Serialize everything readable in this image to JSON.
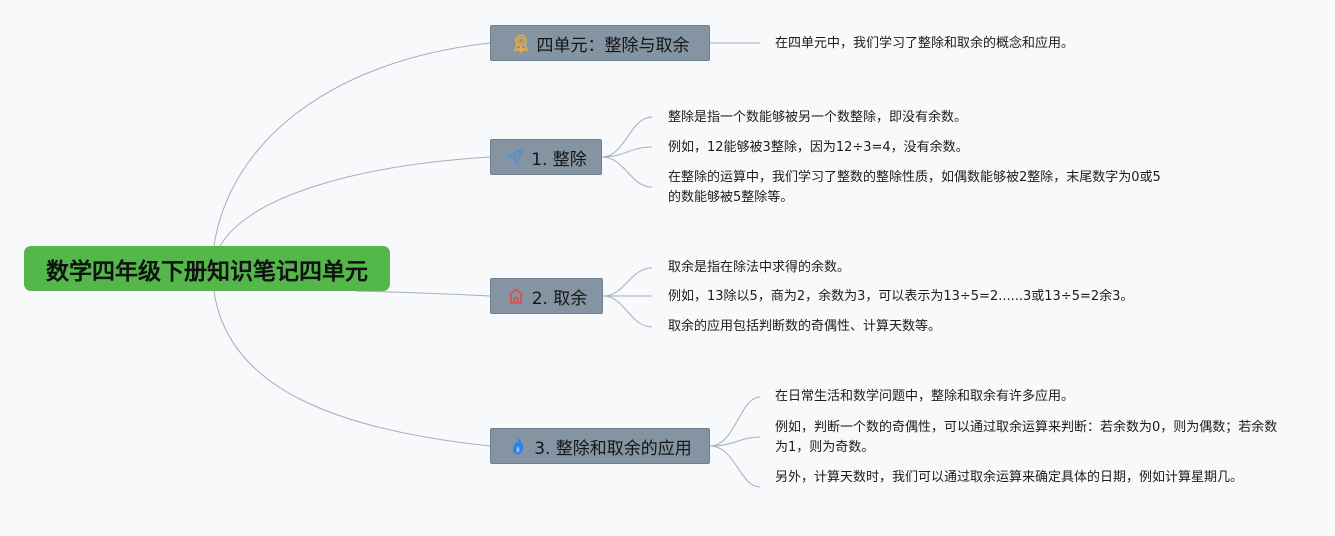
{
  "root": {
    "title": "数学四年级下册知识笔记四单元"
  },
  "colors": {
    "root_bg": "#53b74a",
    "branch_bg": "#8594a2",
    "link_stroke": "#a7adbb",
    "award_icon": "#e9b03a",
    "plane_icon": "#4f8fd4",
    "home_icon": "#df4b4b",
    "fire_icon": "#2f7fe8"
  },
  "branches": [
    {
      "label": "四单元：整除与取余",
      "icon": "award-icon",
      "leaves": [
        "在四单元中，我们学习了整除和取余的概念和应用。"
      ]
    },
    {
      "label": "1. 整除",
      "icon": "paper-plane-icon",
      "leaves": [
        "整除是指一个数能够被另一个数整除，即没有余数。",
        "例如，12能够被3整除，因为12÷3=4，没有余数。",
        "在整除的运算中，我们学习了整数的整除性质，如偶数能够被2整除，末尾数字为0或5的数能够被5整除等。"
      ]
    },
    {
      "label": "2. 取余",
      "icon": "home-icon",
      "leaves": [
        "取余是指在除法中求得的余数。",
        "例如，13除以5，商为2，余数为3，可以表示为13÷5=2......3或13÷5=2余3。",
        "取余的应用包括判断数的奇偶性、计算天数等。"
      ]
    },
    {
      "label": "3. 整除和取余的应用",
      "icon": "fire-icon",
      "leaves": [
        "在日常生活和数学问题中，整除和取余有许多应用。",
        "例如，判断一个数的奇偶性，可以通过取余运算来判断：若余数为0，则为偶数；若余数为1，则为奇数。",
        "另外，计算天数时，我们可以通过取余运算来确定具体的日期，例如计算星期几。"
      ]
    }
  ]
}
